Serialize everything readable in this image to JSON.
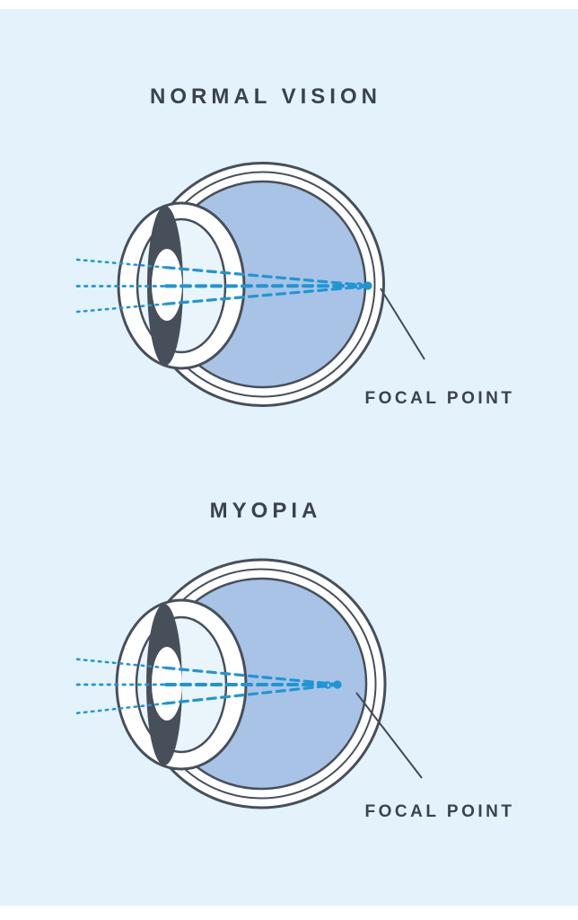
{
  "page": {
    "type": "eye-condition-infographic",
    "canvas_background": "#ffffff",
    "panel_background": "#e3f2fb"
  },
  "colors": {
    "eye_interior": "#a8c3e6",
    "eye_outline": "#474f5a",
    "sclera_fill": "#ffffff",
    "anterior_chamber": "#e9f4fb",
    "lens_fill": "#ffffff",
    "light_ray": "#1e96d5",
    "focal_point": "#1e96d5",
    "pointer_line": "#434a53",
    "text": "#3b424b"
  },
  "diagrams": [
    {
      "title": "NORMAL VISION",
      "focal_point_label": "FOCAL POINT",
      "focal_point_location": "on retina"
    },
    {
      "title": "MYOPIA",
      "focal_point_label": "FOCAL POINT",
      "focal_point_location": "in front of retina"
    }
  ]
}
